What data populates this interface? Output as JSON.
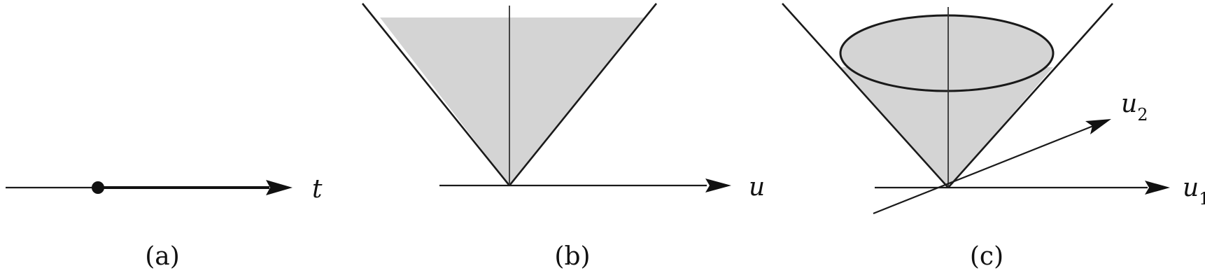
{
  "colors": {
    "ink": "#111111",
    "shade": "#d4d4d4"
  },
  "panels": [
    {
      "id": "a",
      "caption": "(a)",
      "axis_label": "t"
    },
    {
      "id": "b",
      "caption": "(b)",
      "axis_label": "u"
    },
    {
      "id": "c",
      "caption": "(c)",
      "axis1_label": "u",
      "axis1_sub": "1",
      "axis2_label": "u",
      "axis2_sub": "2"
    }
  ]
}
